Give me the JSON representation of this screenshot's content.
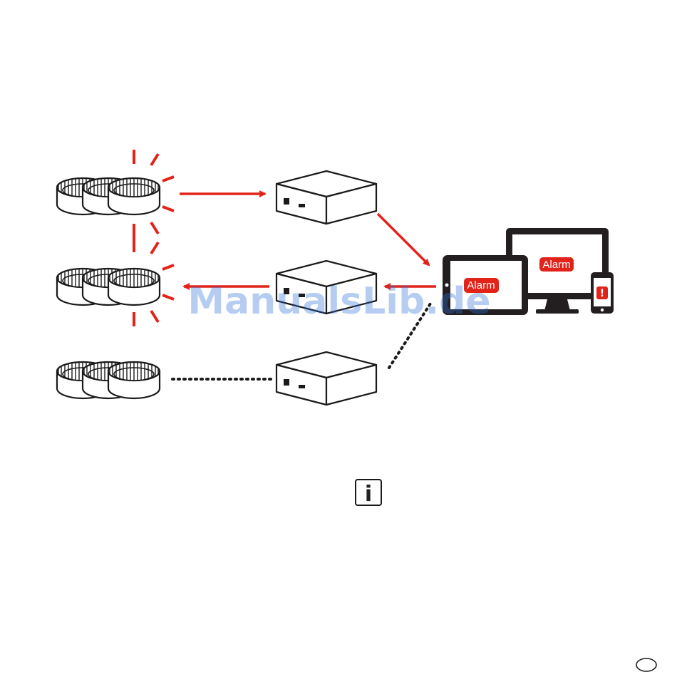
{
  "diagram": {
    "tablet_label": "Alarm",
    "monitor_label": "Alarm",
    "phone_badge": "!",
    "info_symbol": "i",
    "watermark": "ManualsLib.de"
  },
  "colors": {
    "alarm_red": "#e2231a",
    "outline": "#1a1a1a",
    "device_fill": "#231f20",
    "watermark": "#2f6fd6"
  },
  "icons": [
    "smoke-detector-icon",
    "gateway-box-icon",
    "tablet-icon",
    "monitor-icon",
    "smartphone-icon",
    "info-icon"
  ]
}
